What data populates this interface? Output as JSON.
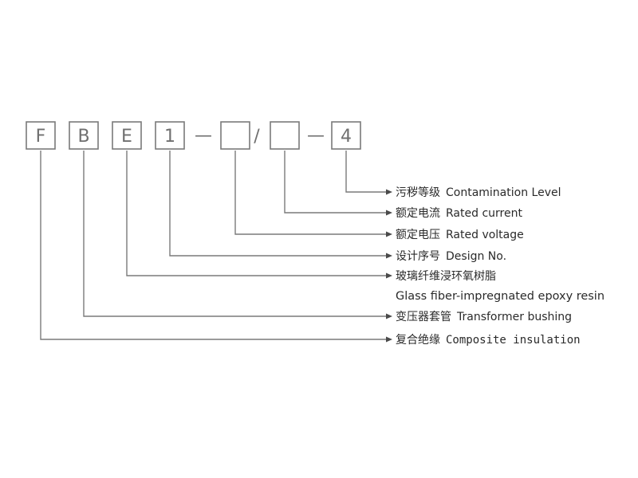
{
  "code": {
    "boxes": [
      "F",
      "B",
      "E",
      "1",
      "",
      "",
      "4"
    ],
    "separators": [
      "—",
      "/",
      "—"
    ]
  },
  "legend": [
    {
      "cn": "污秽等级",
      "en": "Contamination Level"
    },
    {
      "cn": "额定电流",
      "en": "Rated current"
    },
    {
      "cn": "额定电压",
      "en": "Rated voltage"
    },
    {
      "cn": "设计序号",
      "en": "Design No."
    },
    {
      "cn": "玻璃纤维浸环氧树脂",
      "en": "Glass fiber-impregnated epoxy resin"
    },
    {
      "cn": "变压器套管",
      "en": "Transformer bushing"
    },
    {
      "cn": "复合绝缘",
      "en": "Composite insulation"
    }
  ]
}
